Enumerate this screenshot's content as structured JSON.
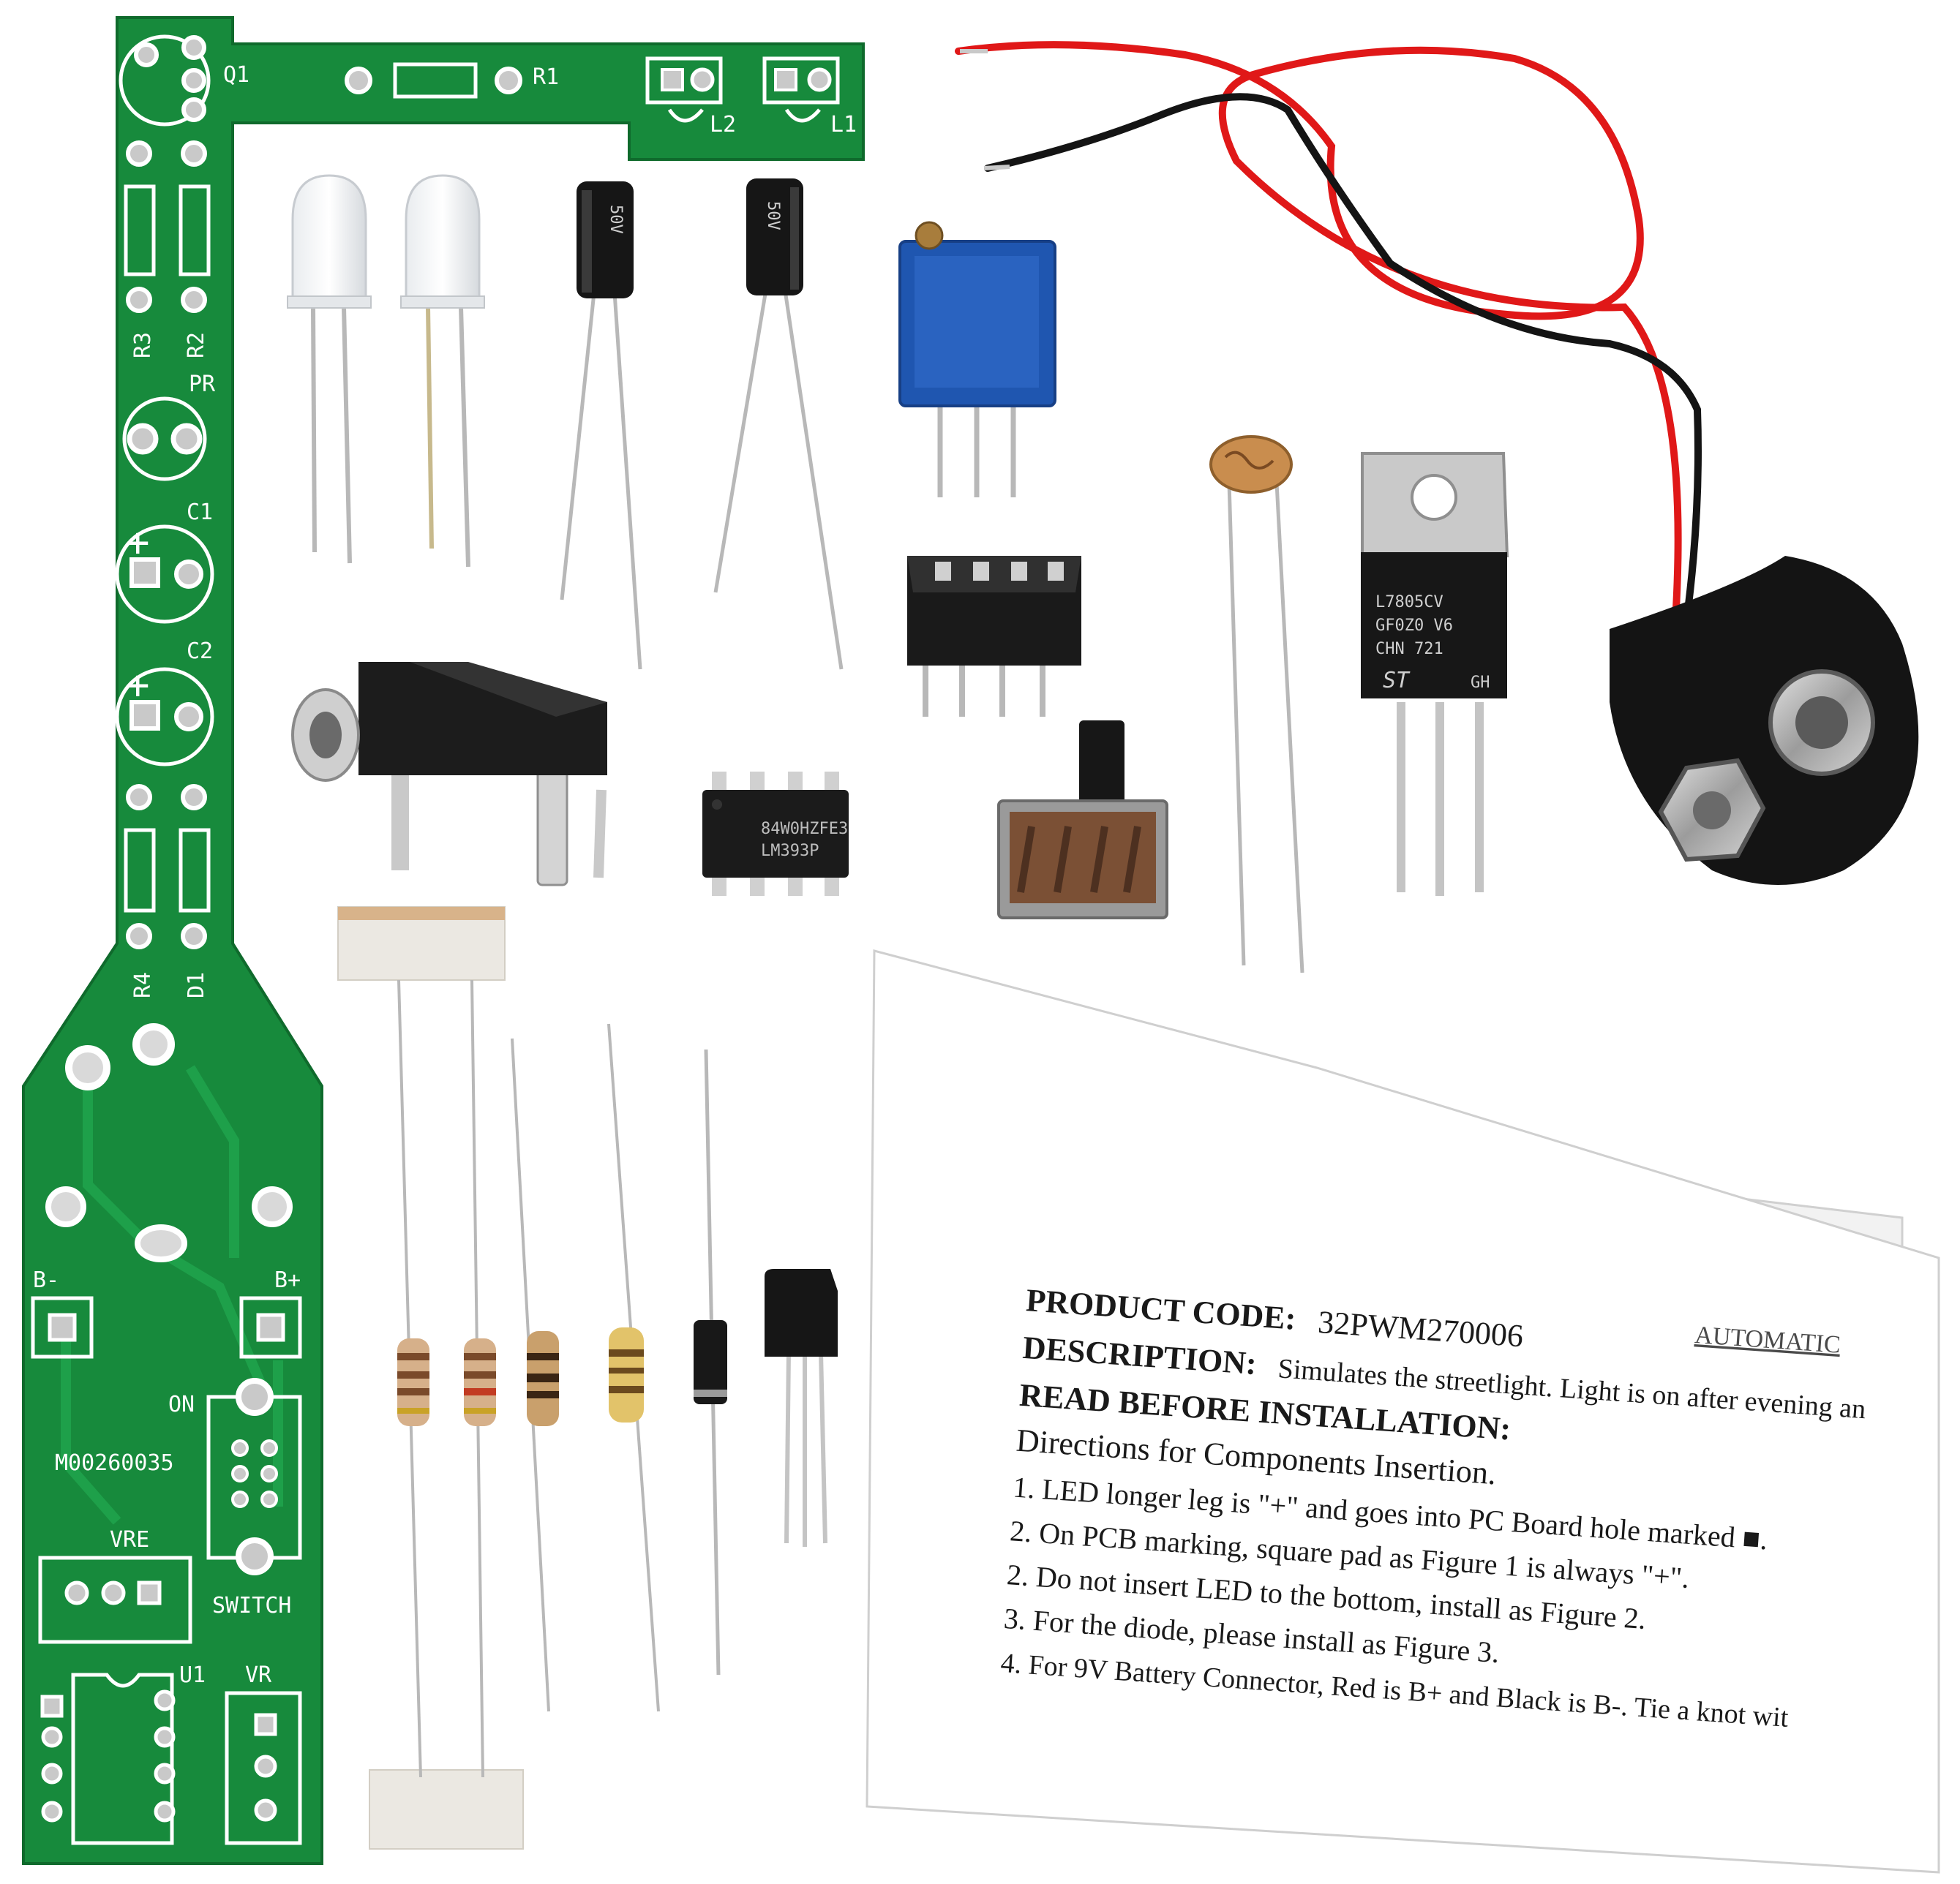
{
  "pcb": {
    "labels": {
      "q1": "Q1",
      "r1": "R1",
      "l2": "L2",
      "l1": "L1",
      "r3": "R3",
      "r2": "R2",
      "pr": "PR",
      "c1": "C1",
      "c2": "C2",
      "r4": "R4",
      "d1": "D1",
      "b_minus": "B-",
      "b_plus": "B+",
      "on": "ON",
      "code": "M00260035",
      "vre": "VRE",
      "switch": "SWITCH",
      "u1": "U1",
      "vr": "VR"
    }
  },
  "components": {
    "cap1_label": "50V",
    "cap2_label": "50V",
    "ic_text_1": "84W0HZFE3",
    "ic_text_2": "LM393P",
    "regulator_text_1": "L7805CV",
    "regulator_text_2": "GF0Z0 V6",
    "regulator_text_3": "CHN 721",
    "regulator_brand": "ST",
    "regulator_suffix": "GH"
  },
  "instruction_sheet": {
    "header": "AUTOMATIC",
    "product_code_label": "PRODUCT CODE:",
    "product_code": "32PWM270006",
    "description_label": "DESCRIPTION:",
    "description": "Simulates the streetlight. Light is on after evening an",
    "read_before": "READ BEFORE INSTALLATION:",
    "directions": "Directions for Components Insertion.",
    "steps": [
      "1.  LED longer leg is \"+\" and goes into PC Board hole marked ■.",
      "2.  On PCB marking, square pad as Figure 1 is always \"+\".",
      "2.  Do not insert LED to the bottom, install as Figure 2.",
      "3.  For the diode, please install as Figure 3.",
      "4.  For 9V Battery Connector, Red is B+ and Black is B-. Tie a knot wit"
    ]
  }
}
